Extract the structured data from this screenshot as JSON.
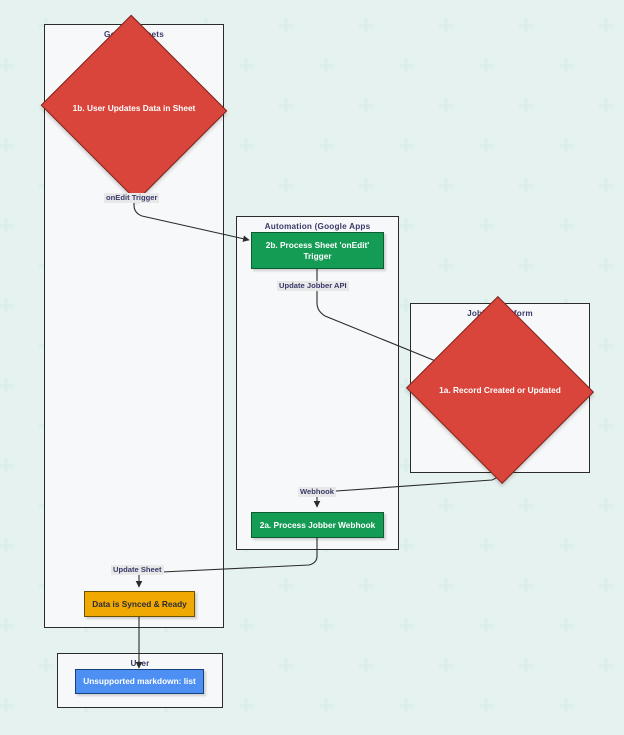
{
  "diagram": {
    "type": "flowchart",
    "background": "dotted-plus-grid",
    "colors": {
      "decision_fill": "#d9453a",
      "process_fill": "#149b54",
      "result_fill": "#f0a900",
      "user_fill": "#4d8ff2",
      "subgraph_fill": "#f7f8f9",
      "edge_stroke": "#2b2b2b",
      "label_bg": "#e8e8e8",
      "grid_dot": "#e3f0ee"
    },
    "subgraphs": [
      {
        "id": "google-sheets",
        "title": "Google Sheets"
      },
      {
        "id": "automation",
        "title": "Automation (Google Apps"
      },
      {
        "id": "jobber-platform",
        "title": "Jobber Platform"
      },
      {
        "id": "user",
        "title": "User"
      }
    ],
    "nodes": [
      {
        "id": "n1b",
        "label": "1b. User Updates Data in Sheet",
        "shape": "diamond",
        "group": "google-sheets"
      },
      {
        "id": "n2b",
        "label": "2b. Process Sheet 'onEdit' Trigger",
        "shape": "rect",
        "group": "automation"
      },
      {
        "id": "n1a",
        "label": "1a. Record Created or Updated",
        "shape": "diamond",
        "group": "jobber-platform"
      },
      {
        "id": "n2a",
        "label": "2a. Process Jobber Webhook",
        "shape": "rect",
        "group": "automation"
      },
      {
        "id": "n3",
        "label": "Data is Synced & Ready",
        "shape": "rect",
        "group": "google-sheets"
      },
      {
        "id": "n4",
        "label": "Unsupported markdown: list",
        "shape": "rect",
        "group": "user"
      }
    ],
    "edges": [
      {
        "from": "n1b",
        "to": "n2b",
        "label": "onEdit Trigger"
      },
      {
        "from": "n2b",
        "to": "n1a",
        "label": "Update Jobber API"
      },
      {
        "from": "n1a",
        "to": "n2a",
        "label": "Webhook"
      },
      {
        "from": "n2a",
        "to": "n3",
        "label": "Update Sheet"
      },
      {
        "from": "n3",
        "to": "n4",
        "label": ""
      }
    ]
  }
}
